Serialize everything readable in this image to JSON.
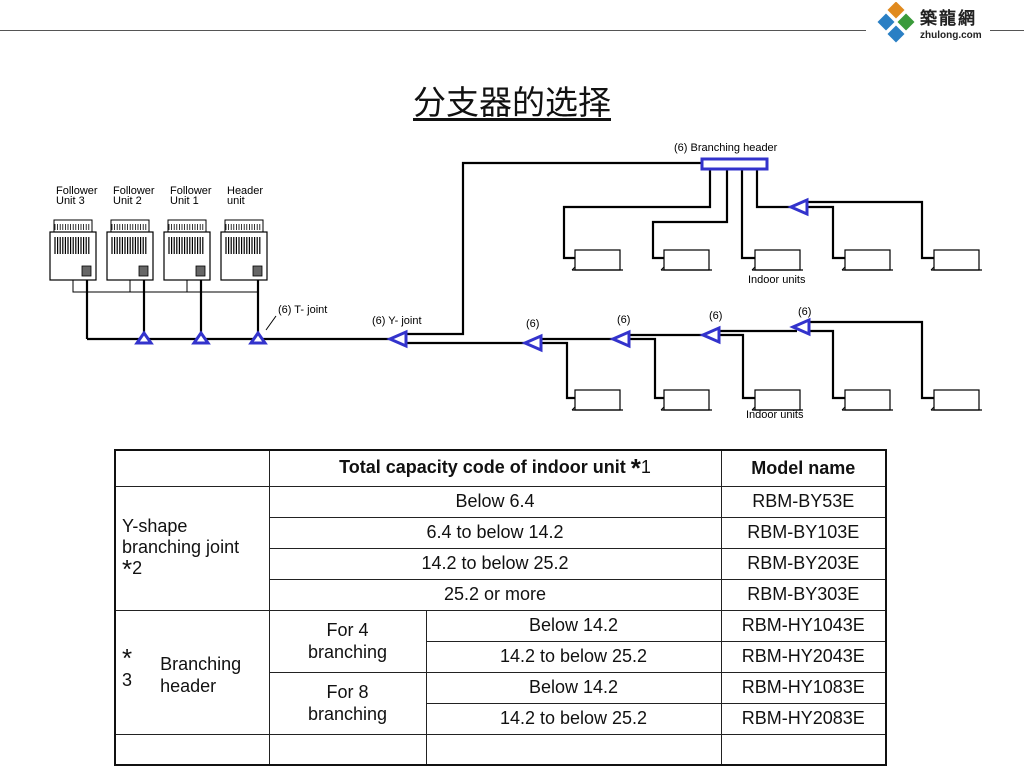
{
  "logo": {
    "name_cn": "築龍網",
    "site": "zhulong.com"
  },
  "title": "分支器的选择",
  "diagram": {
    "outdoor_units": [
      "Follower Unit 3",
      "Follower Unit 2",
      "Follower Unit 1",
      "Header unit"
    ],
    "outdoor_unit_lines": [
      [
        "Follower",
        "Unit 3"
      ],
      [
        "Follower",
        "Unit 2"
      ],
      [
        "Follower",
        "Unit 1"
      ],
      [
        "Header",
        "unit"
      ]
    ],
    "labels": {
      "branching_header": "(6) Branching header",
      "t_joint": "(6) T- joint",
      "y_joint": "(6) Y- joint",
      "indoor_units_top": "Indoor units",
      "indoor_units_bottom": "Indoor units",
      "six": "(6)"
    },
    "colors": {
      "joint": "#3333cc",
      "pipe": "#000000"
    }
  },
  "table": {
    "headers": {
      "blank": "",
      "capacity": "Total capacity code of indoor unit ",
      "capacity_mark": "*",
      "capacity_note": "1",
      "model": "Model name"
    },
    "y_group": {
      "label_line1": "Y-shape",
      "label_line2": "branching joint",
      "mark": "*",
      "note": "2"
    },
    "y_rows": [
      {
        "capacity": "Below 6.4",
        "model": "RBM-BY53E"
      },
      {
        "capacity": "6.4 to below 14.2",
        "model": "RBM-BY103E"
      },
      {
        "capacity": "14.2 to below 25.2",
        "model": "RBM-BY203E"
      },
      {
        "capacity": "25.2 or more",
        "model": "RBM-BY303E"
      }
    ],
    "h_group": {
      "mark": "*",
      "note": "3",
      "label_line1": "Branching",
      "label_line2": "header"
    },
    "h_subgroups": [
      {
        "label_line1": "For 4",
        "label_line2": "branching",
        "rows": [
          {
            "capacity": "Below 14.2",
            "model": "RBM-HY1043E"
          },
          {
            "capacity": "14.2 to below 25.2",
            "model": "RBM-HY2043E"
          }
        ]
      },
      {
        "label_line1": "For 8",
        "label_line2": "branching",
        "rows": [
          {
            "capacity": "Below 14.2",
            "model": "RBM-HY1083E"
          },
          {
            "capacity": "14.2 to below 25.2",
            "model": "RBM-HY2083E"
          }
        ]
      }
    ]
  }
}
